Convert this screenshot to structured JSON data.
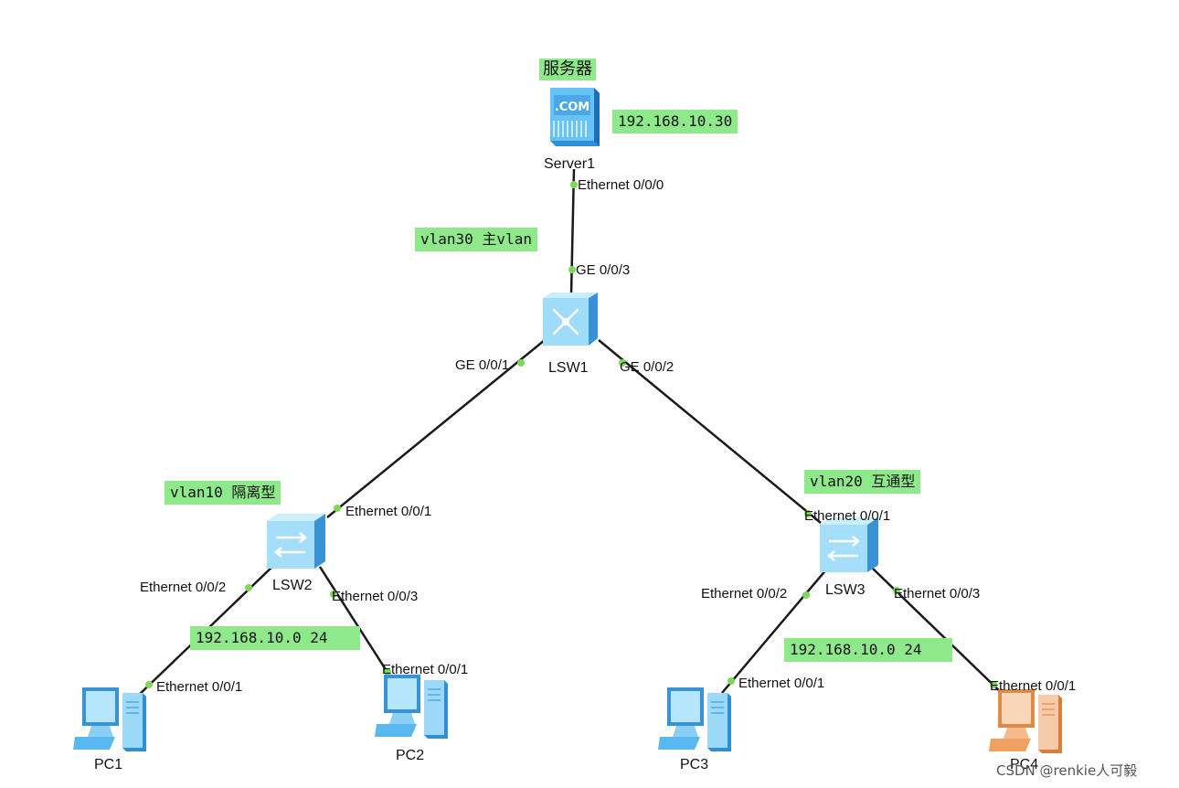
{
  "notes": {
    "server_title": "服务器",
    "server_ip": "192.168.10.30",
    "vlan30": "vlan30 主vlan",
    "vlan10": "vlan10 隔离型",
    "vlan20": "vlan20 互通型",
    "subnet_left": "192.168.10.0 24",
    "subnet_right": "192.168.10.0 24"
  },
  "devices": {
    "server": "Server1",
    "lsw1": "LSW1",
    "lsw2": "LSW2",
    "lsw3": "LSW3",
    "pc1": "PC1",
    "pc2": "PC2",
    "pc3": "PC3",
    "pc4": "PC4"
  },
  "ports": {
    "server_eth": "Ethernet 0/0/0",
    "lsw1_ge3": "GE 0/0/3",
    "lsw1_ge1": "GE 0/0/1",
    "lsw1_ge2": "GE 0/0/2",
    "lsw2_eth1": "Ethernet 0/0/1",
    "lsw2_eth2": "Ethernet 0/0/2",
    "lsw2_eth3": "Ethernet 0/0/3",
    "pc1_eth": "Ethernet 0/0/1",
    "pc2_eth": "Ethernet 0/0/1",
    "lsw3_eth1": "Ethernet 0/0/1",
    "lsw3_eth2": "Ethernet 0/0/2",
    "lsw3_eth3": "Ethernet 0/0/3",
    "pc3_eth": "Ethernet 0/0/1",
    "pc4_eth": "Ethernet 0/0/1"
  },
  "icons": {
    "server": "server-icon",
    "core_switch": "layer3-switch-icon",
    "access_switch": "switch-icon",
    "pc": "pc-icon"
  },
  "colors": {
    "note_bg": "#8ee98a",
    "port_dot": "#7ed957",
    "device_blue": "#5ab8f0",
    "pc4_orange": "#f0a060"
  },
  "watermark": "CSDN @renkie人可毅"
}
